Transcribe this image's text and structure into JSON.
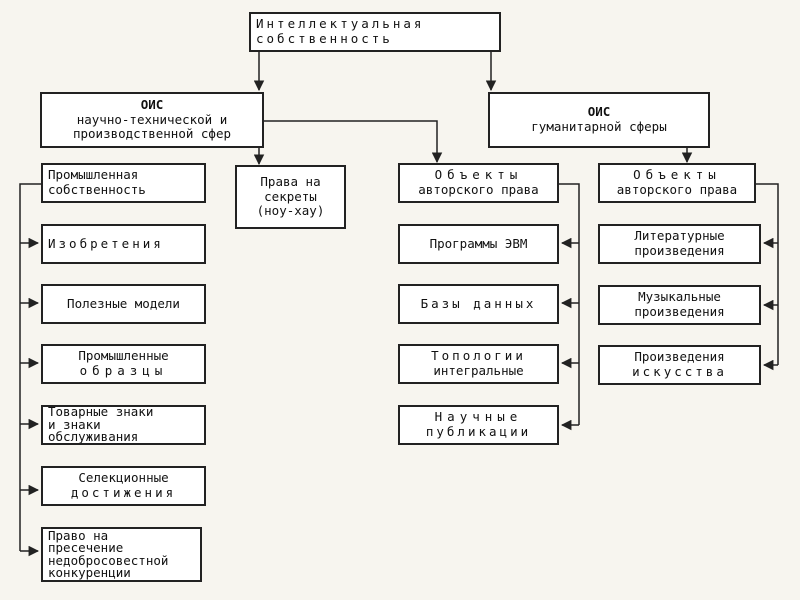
{
  "root": {
    "line1": "Интеллектуальная",
    "line2": "собственность"
  },
  "ois_sci": {
    "title": "ОИС",
    "line1": "научно-технической и",
    "line2": "производственной сфер"
  },
  "ois_hum": {
    "title": "ОИС",
    "line1": "гуманитарной сферы"
  },
  "industrial": {
    "header": {
      "line1": "Промышленная",
      "line2": "собственность"
    },
    "items": [
      {
        "line1": "Изобретения"
      },
      {
        "line1": "Полезные модели"
      },
      {
        "line1": "Промышленные",
        "line2": "образцы"
      },
      {
        "line1": "Товарные знаки",
        "line2": "и знаки",
        "line3": "обслуживания"
      },
      {
        "line1": "Селекционные",
        "line2": "достижения"
      },
      {
        "line1": "Право на",
        "line2": "пресечение",
        "line3": "недобросовестной",
        "line4": "конкуренции"
      }
    ]
  },
  "secrets": {
    "line1": "Права на",
    "line2": "секреты",
    "line3": "(ноу-хау)"
  },
  "copyright_sci": {
    "header": {
      "line1": "Объекты",
      "line2": "авторского права"
    },
    "items": [
      {
        "line1": "Программы ЭВМ"
      },
      {
        "line1": "Базы данных"
      },
      {
        "line1": "Топологии",
        "line2": "интегральные"
      },
      {
        "line1": "Научные",
        "line2": "публикации"
      }
    ]
  },
  "copyright_hum": {
    "header": {
      "line1": "Объекты",
      "line2": "авторского права"
    },
    "items": [
      {
        "line1": "Литературные",
        "line2": "произведения"
      },
      {
        "line1": "Музыкальные",
        "line2": "произведения"
      },
      {
        "line1": "Произведения",
        "line2": "искусства"
      }
    ]
  },
  "colors": {
    "background": "#f7f5ef",
    "box": "#ffffff",
    "line": "#222222"
  }
}
